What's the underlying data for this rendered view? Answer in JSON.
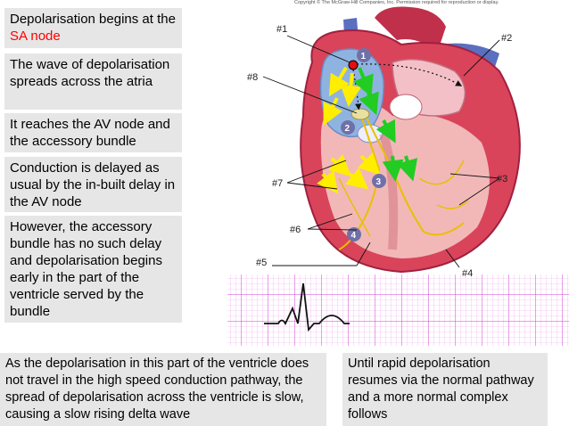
{
  "copyright": "Copyright © The McGraw-Hill Companies, Inc. Permission required for reproduction or display.",
  "steps": {
    "s1_prefix": "Depolarisation begins at the ",
    "s1_highlight": "SA node",
    "s2": "The wave of depolarisation spreads across the atria",
    "s3": "It reaches the AV node and the accessory bundle",
    "s4": "Conduction is delayed as usual by the in-built delay in the AV node",
    "s5": "However, the accessory bundle has no such delay and depolarisation begins early in the part of the ventricle served by the bundle",
    "s6": "As the depolarisation in this part of the ventricle does not travel in the high speed conduction pathway, the spread of depolarisation across the ventricle is slow, causing a slow rising delta wave",
    "s7": "Until rapid depolarisation resumes via the normal pathway and a more normal complex follows"
  },
  "labels": {
    "l1": "#1",
    "l2": "#2",
    "l3": "#3",
    "l4": "#4",
    "l5": "#5",
    "l6": "#6",
    "l7": "#7",
    "l8": "#8"
  },
  "markers": {
    "m1": "1",
    "m2": "2",
    "m3": "3",
    "m4": "4"
  },
  "colors": {
    "highlight": "#ff0000",
    "box_bg": "#e6e6e6",
    "ecg_grid": "#e040e0",
    "arrow_yellow": "#ffee00",
    "arrow_green": "#22cc22"
  }
}
